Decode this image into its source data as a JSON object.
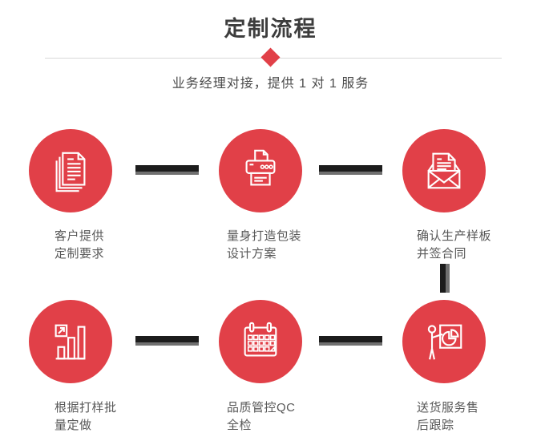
{
  "header": {
    "title": "定制流程",
    "subtitle": "业务经理对接，提供 1 对 1 服务"
  },
  "steps": [
    {
      "icon": "documents-icon",
      "line1": "客户提供",
      "line2": "定制要求"
    },
    {
      "icon": "printer-icon",
      "line1": "量身打造包装",
      "line2": "设计方案"
    },
    {
      "icon": "envelope-icon",
      "line1": "确认生产样板",
      "line2": "并签合同"
    },
    {
      "icon": "bar-chart-icon",
      "line1": "根据打样批",
      "line2": "量定做"
    },
    {
      "icon": "calendar-icon",
      "line1": "品质管控QC",
      "line2": "全检"
    },
    {
      "icon": "presentation-icon",
      "line1": "送货服务售",
      "line2": "后跟踪"
    }
  ],
  "colors": {
    "accent": "#e14048",
    "icon_stroke": "#ffffff",
    "connector_dark": "#1c1c1c",
    "connector_gray": "#707070",
    "divider": "#d9d9d9",
    "title_color": "#3d3d3d",
    "subtitle_color": "#4a4a4a",
    "label_color": "#585858"
  }
}
